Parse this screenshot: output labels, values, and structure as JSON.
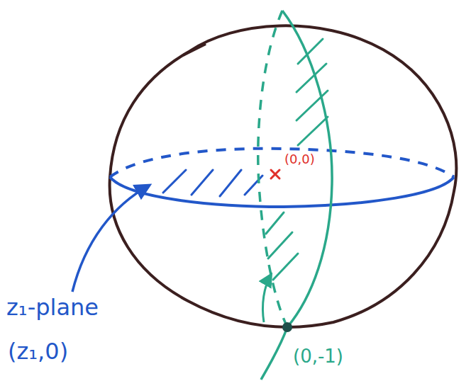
{
  "diagram": {
    "labels": [
      "(0,0)",
      "z₁-plane",
      "(z₁,0)",
      "(0,-1)"
    ]
  }
}
